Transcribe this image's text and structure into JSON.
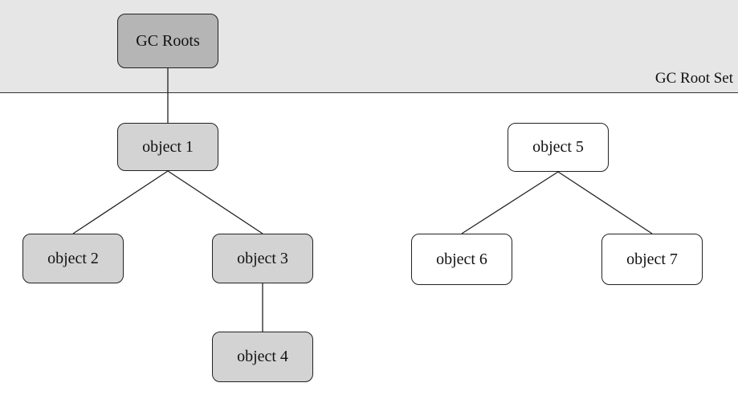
{
  "root_set": {
    "label": "GC Root Set"
  },
  "nodes": {
    "gc_roots": "GC Roots",
    "object1": "object 1",
    "object2": "object 2",
    "object3": "object 3",
    "object4": "object 4",
    "object5": "object 5",
    "object6": "object 6",
    "object7": "object 7"
  },
  "edges": [
    [
      "gc_roots",
      "object1"
    ],
    [
      "object1",
      "object2"
    ],
    [
      "object1",
      "object3"
    ],
    [
      "object3",
      "object4"
    ],
    [
      "object5",
      "object6"
    ],
    [
      "object5",
      "object7"
    ]
  ],
  "colors": {
    "root_fill": "#b5b5b5",
    "reachable_fill": "#d3d3d3",
    "unreachable_fill": "#ffffff",
    "root_set_band": "#e6e6e6"
  }
}
